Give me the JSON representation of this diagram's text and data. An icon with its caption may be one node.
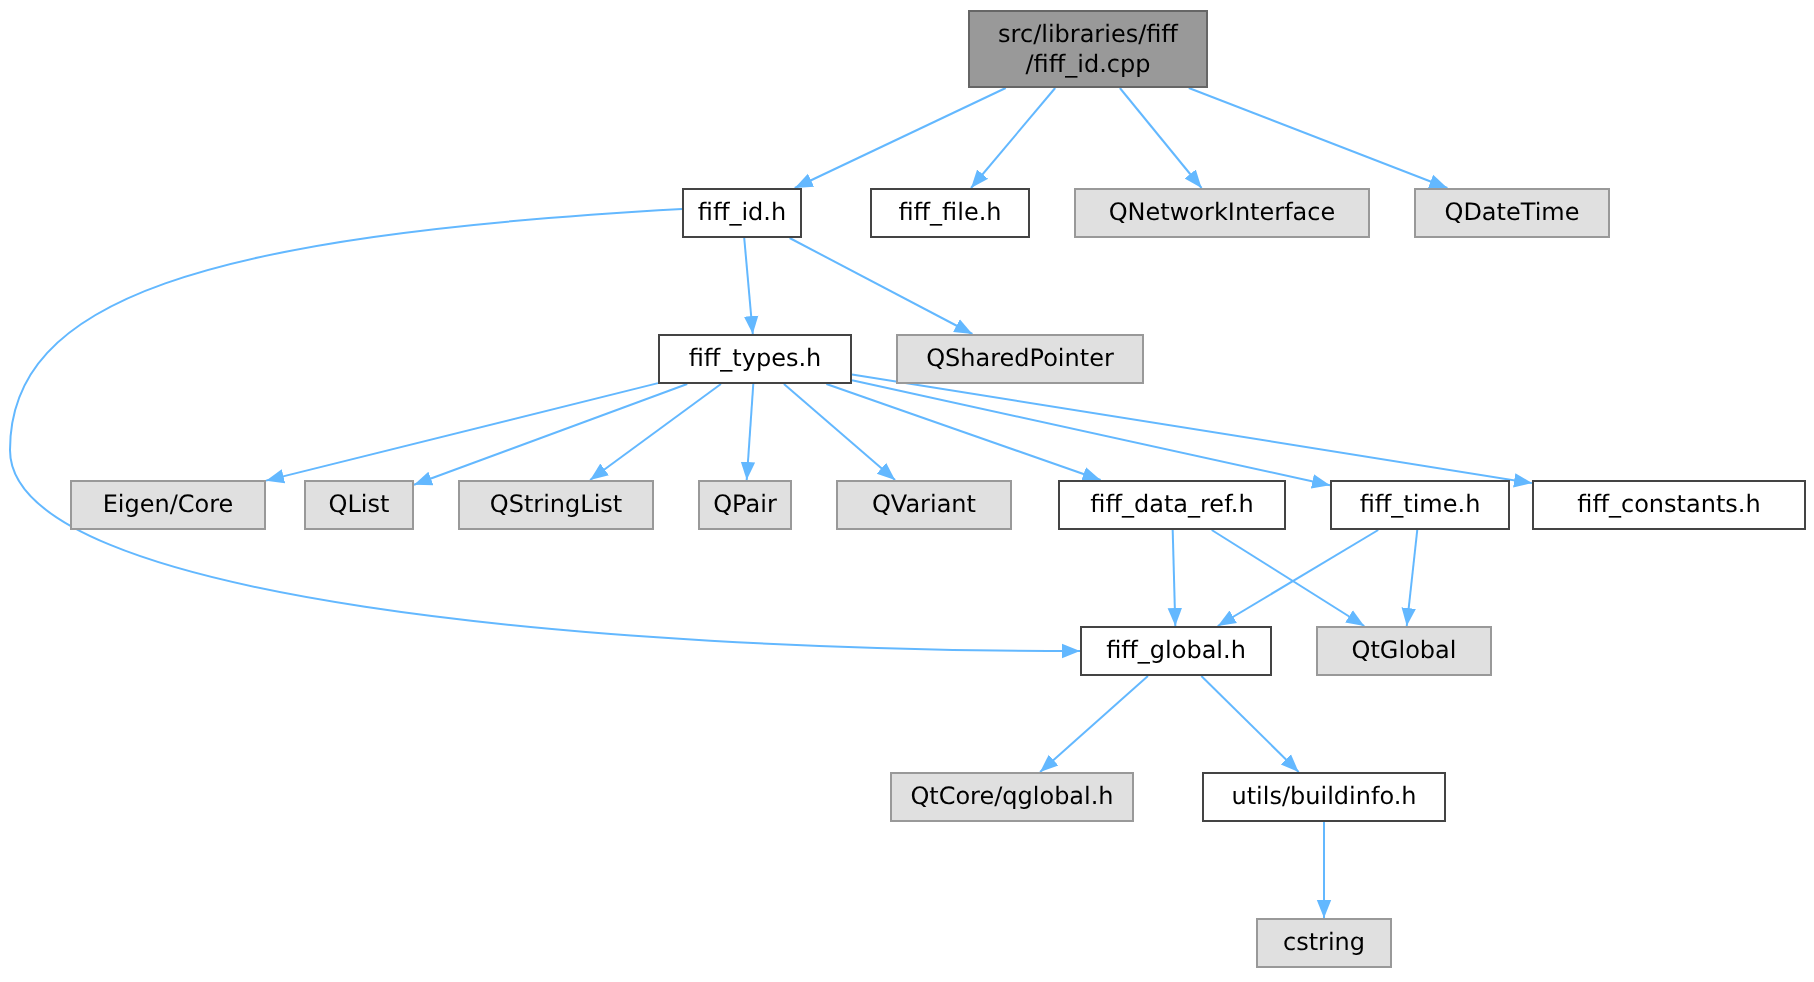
{
  "diagram": {
    "nodes": [
      {
        "text": [
          "src/libraries/fiff /fiff_id.cpp"
        ]
      },
      {
        "text": [
          "fiff_id.h"
        ]
      },
      {
        "text": [
          "fiff_file.h"
        ]
      },
      {
        "text": [
          "QNetworkInterface"
        ]
      },
      {
        "text": [
          "QDateTime"
        ]
      },
      {
        "text": [
          "fiff_types.h"
        ]
      },
      {
        "text": [
          "QSharedPointer"
        ]
      },
      {
        "text": [
          "Eigen/Core"
        ]
      },
      {
        "text": [
          "QList"
        ]
      },
      {
        "text": [
          "QStringList"
        ]
      },
      {
        "text": [
          "QPair"
        ]
      },
      {
        "text": [
          "QVariant"
        ]
      },
      {
        "text": [
          "fiff_data_ref.h"
        ]
      },
      {
        "text": [
          "fiff_time.h"
        ]
      },
      {
        "text": [
          "fiff_constants.h"
        ]
      },
      {
        "text": [
          "fiff_global.h"
        ]
      },
      {
        "text": [
          "QtGlobal"
        ]
      },
      {
        "text": [
          "QtCore/qglobal.h"
        ]
      },
      {
        "text": [
          "utils/buildinfo.h"
        ]
      },
      {
        "text": [
          "cstring"
        ]
      }
    ],
    "edges": [
      {
        "from": 0,
        "to": 1,
        "arrow": "to"
      },
      {
        "from": 0,
        "to": 2,
        "arrow": "to"
      },
      {
        "from": 0,
        "to": 3,
        "arrow": "to"
      },
      {
        "from": 0,
        "to": 4,
        "arrow": "to"
      },
      {
        "from": 1,
        "to": 15,
        "arrow": "to"
      },
      {
        "from": 1,
        "to": 5,
        "arrow": "to"
      },
      {
        "from": 1,
        "to": 6,
        "arrow": "to"
      },
      {
        "from": 5,
        "to": 7,
        "arrow": "to"
      },
      {
        "from": 5,
        "to": 8,
        "arrow": "to"
      },
      {
        "from": 5,
        "to": 9,
        "arrow": "to"
      },
      {
        "from": 5,
        "to": 10,
        "arrow": "to"
      },
      {
        "from": 5,
        "to": 11,
        "arrow": "to"
      },
      {
        "from": 5,
        "to": 12,
        "arrow": "to"
      },
      {
        "from": 5,
        "to": 13,
        "arrow": "to"
      },
      {
        "from": 5,
        "to": 14,
        "arrow": "to"
      },
      {
        "from": 12,
        "to": 15,
        "arrow": "to"
      },
      {
        "from": 12,
        "to": 16,
        "arrow": "to"
      },
      {
        "from": 13,
        "to": 15,
        "arrow": "to"
      },
      {
        "from": 13,
        "to": 16,
        "arrow": "to"
      },
      {
        "from": 15,
        "to": 17,
        "arrow": "to"
      },
      {
        "from": 15,
        "to": 18,
        "arrow": "to"
      },
      {
        "from": 18,
        "to": 19,
        "arrow": "to"
      }
    ]
  }
}
